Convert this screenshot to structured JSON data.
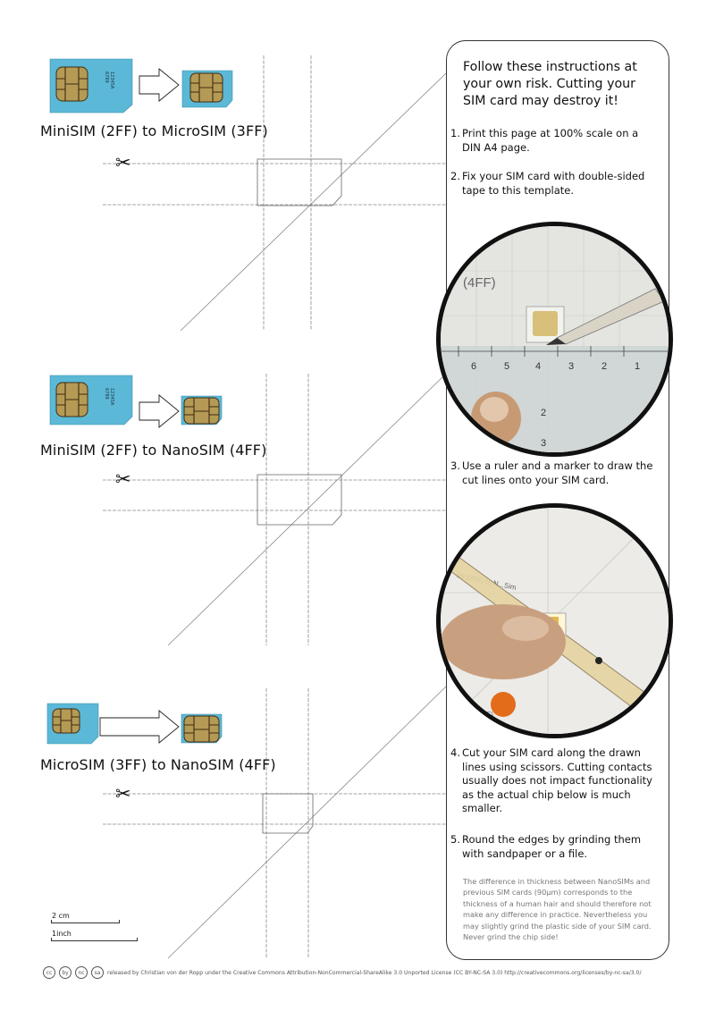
{
  "sections": [
    {
      "title": "MiniSIM (2FF) to MicroSIM (3FF)",
      "from_card": {
        "line1": "12345A",
        "line2": "6789"
      }
    },
    {
      "title": "MiniSIM (2FF) to NanoSIM (4FF)",
      "from_card": {
        "line1": "12345A",
        "line2": "6789"
      }
    },
    {
      "title": "MicroSIM (3FF) to NanoSIM (4FF)"
    }
  ],
  "icons": {
    "scissors": "scissors-icon",
    "scissors_glyph": "✂"
  },
  "colors": {
    "sim_card": "#5bb8d6",
    "chip": "#b59a55",
    "chip_line": "#3d2c12",
    "guide": "#666666",
    "panel_border": "#333333",
    "note": "#777777"
  },
  "instructions": {
    "intro": "Follow these instructions at your own risk. Cutting your SIM card may destroy it!",
    "steps": [
      {
        "num": "1.",
        "text": "Print this page at 100% scale on a DIN A4 page."
      },
      {
        "num": "2.",
        "text": "Fix your SIM card with double-sided tape to this template."
      },
      {
        "num": "3.",
        "text": "Use a ruler and a marker to draw the cut lines onto your SIM card."
      },
      {
        "num": "4.",
        "text": "Cut your SIM card along the drawn lines using scissors. Cutting contacts usually does not impact functionality as the actual chip below is much smaller."
      },
      {
        "num": "5.",
        "text": "Round the edges by grinding them with sandpaper or a file."
      }
    ],
    "note": "The difference in thickness between NanoSIMs and previous SIM cards (90μm) corresponds to the thickness of a human hair and should therefore not make any difference in practice. Nevertheless you may slightly grind the plastic side of your SIM card. Never grind the chip side!",
    "photo1": {
      "label": "(4FF)",
      "ruler_numbers": [
        "6",
        "5",
        "4",
        "3",
        "2",
        "1"
      ],
      "side_numbers": [
        "2",
        "3"
      ]
    },
    "photo2": {
      "label1": "Mi (2FF) to N...Sim",
      "label2": "4FF)"
    }
  },
  "scale": {
    "cm": "2 cm",
    "inch": "1inch"
  },
  "footer": "released by Christian von der Ropp under the Creative Commons Attribution-NonCommercial-ShareAlike 3.0 Unported License (CC BY-NC-SA 3.0) http://creativecommons.org/licenses/by-nc-sa/3.0/",
  "cc_icons": [
    "cc",
    "by",
    "nc",
    "sa"
  ]
}
